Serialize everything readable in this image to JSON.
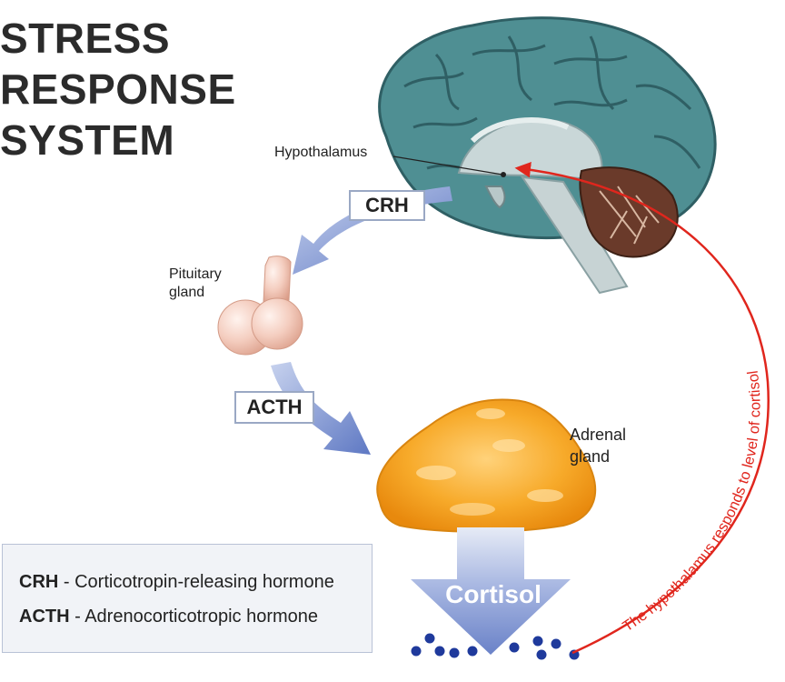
{
  "title": {
    "line1": "STRESS",
    "line2": "RESPONSE",
    "line3": "SYSTEM"
  },
  "labels": {
    "hypothalamus": "Hypothalamus",
    "pituitary_line1": "Pituitary",
    "pituitary_line2": "gland",
    "adrenal_line1": "Adrenal",
    "adrenal_line2": "gland",
    "cortisol": "Cortisol",
    "feedback": "The hypothalamus responds to level of cortisol"
  },
  "hormones": {
    "crh": "CRH",
    "acth": "ACTH"
  },
  "legend": {
    "crh_abbr": "CRH",
    "crh_desc": " - Corticotropin-releasing hormone",
    "acth_abbr": "ACTH",
    "acth_desc": " - Adrenocorticotropic hormone"
  },
  "colors": {
    "flow_arrow": "#6f86c7",
    "feedback_arrow": "#e0261d",
    "brain": "#4f8f93",
    "adrenal": "#f5a524",
    "pituitary": "#efc3b2",
    "cortisol_dot": "#1f3a9c"
  }
}
